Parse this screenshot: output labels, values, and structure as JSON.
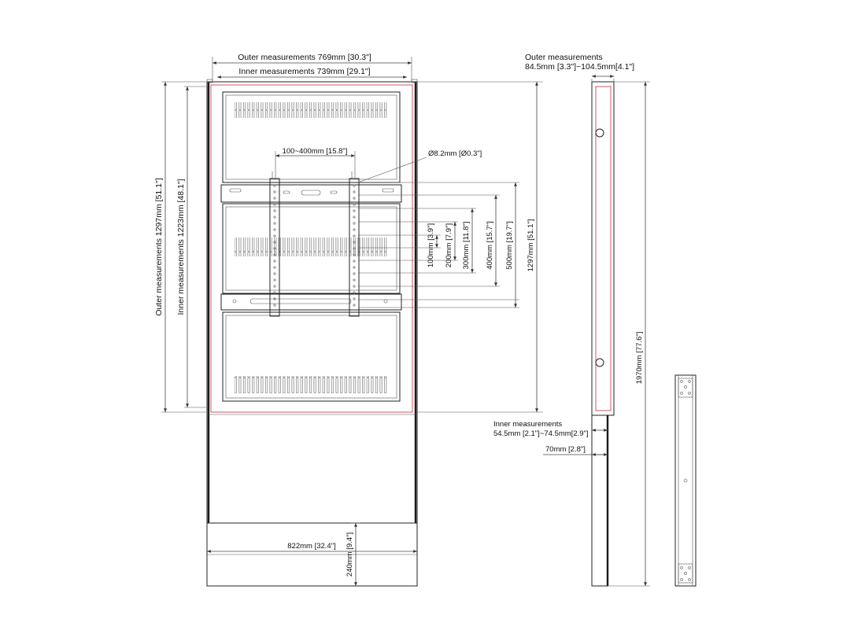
{
  "front": {
    "outer_width": "Outer measurements 769mm [30.3\"]",
    "inner_width": "Inner measurements 739mm [29.1\"]",
    "outer_height": "Outer measurements 1297mm [51.1\"]",
    "inner_height": "Inner measurements  1223mm [48.1\"]",
    "vesa_width": "100~400mm [15.8\"]",
    "hole_diameter": "Ø8.2mm [Ø0.3\"]",
    "vesa_100": "100mm [3.9\"]",
    "vesa_200": "200mm [7.9\"]",
    "vesa_300": "300mm [11.8\"]",
    "vesa_400": "400mm [15.7\"]",
    "vesa_500": "500mm [19.7\"]",
    "frame_height": "1297mm [51.1\"]",
    "base_width": "822mm [32.4\"]",
    "base_height": "240mm [9.4\"]"
  },
  "side": {
    "outer_label": "Outer measurements",
    "outer_depth": "84.5mm [3.3\"]~104.5mm[4.1\"]",
    "inner_label": "Inner measurements",
    "inner_depth": "54.5mm [2.1\"]~74.5mm[2.9\"]",
    "post_depth": "70mm [2.8\"]",
    "total_height": "1970mm [77.6\"]"
  }
}
